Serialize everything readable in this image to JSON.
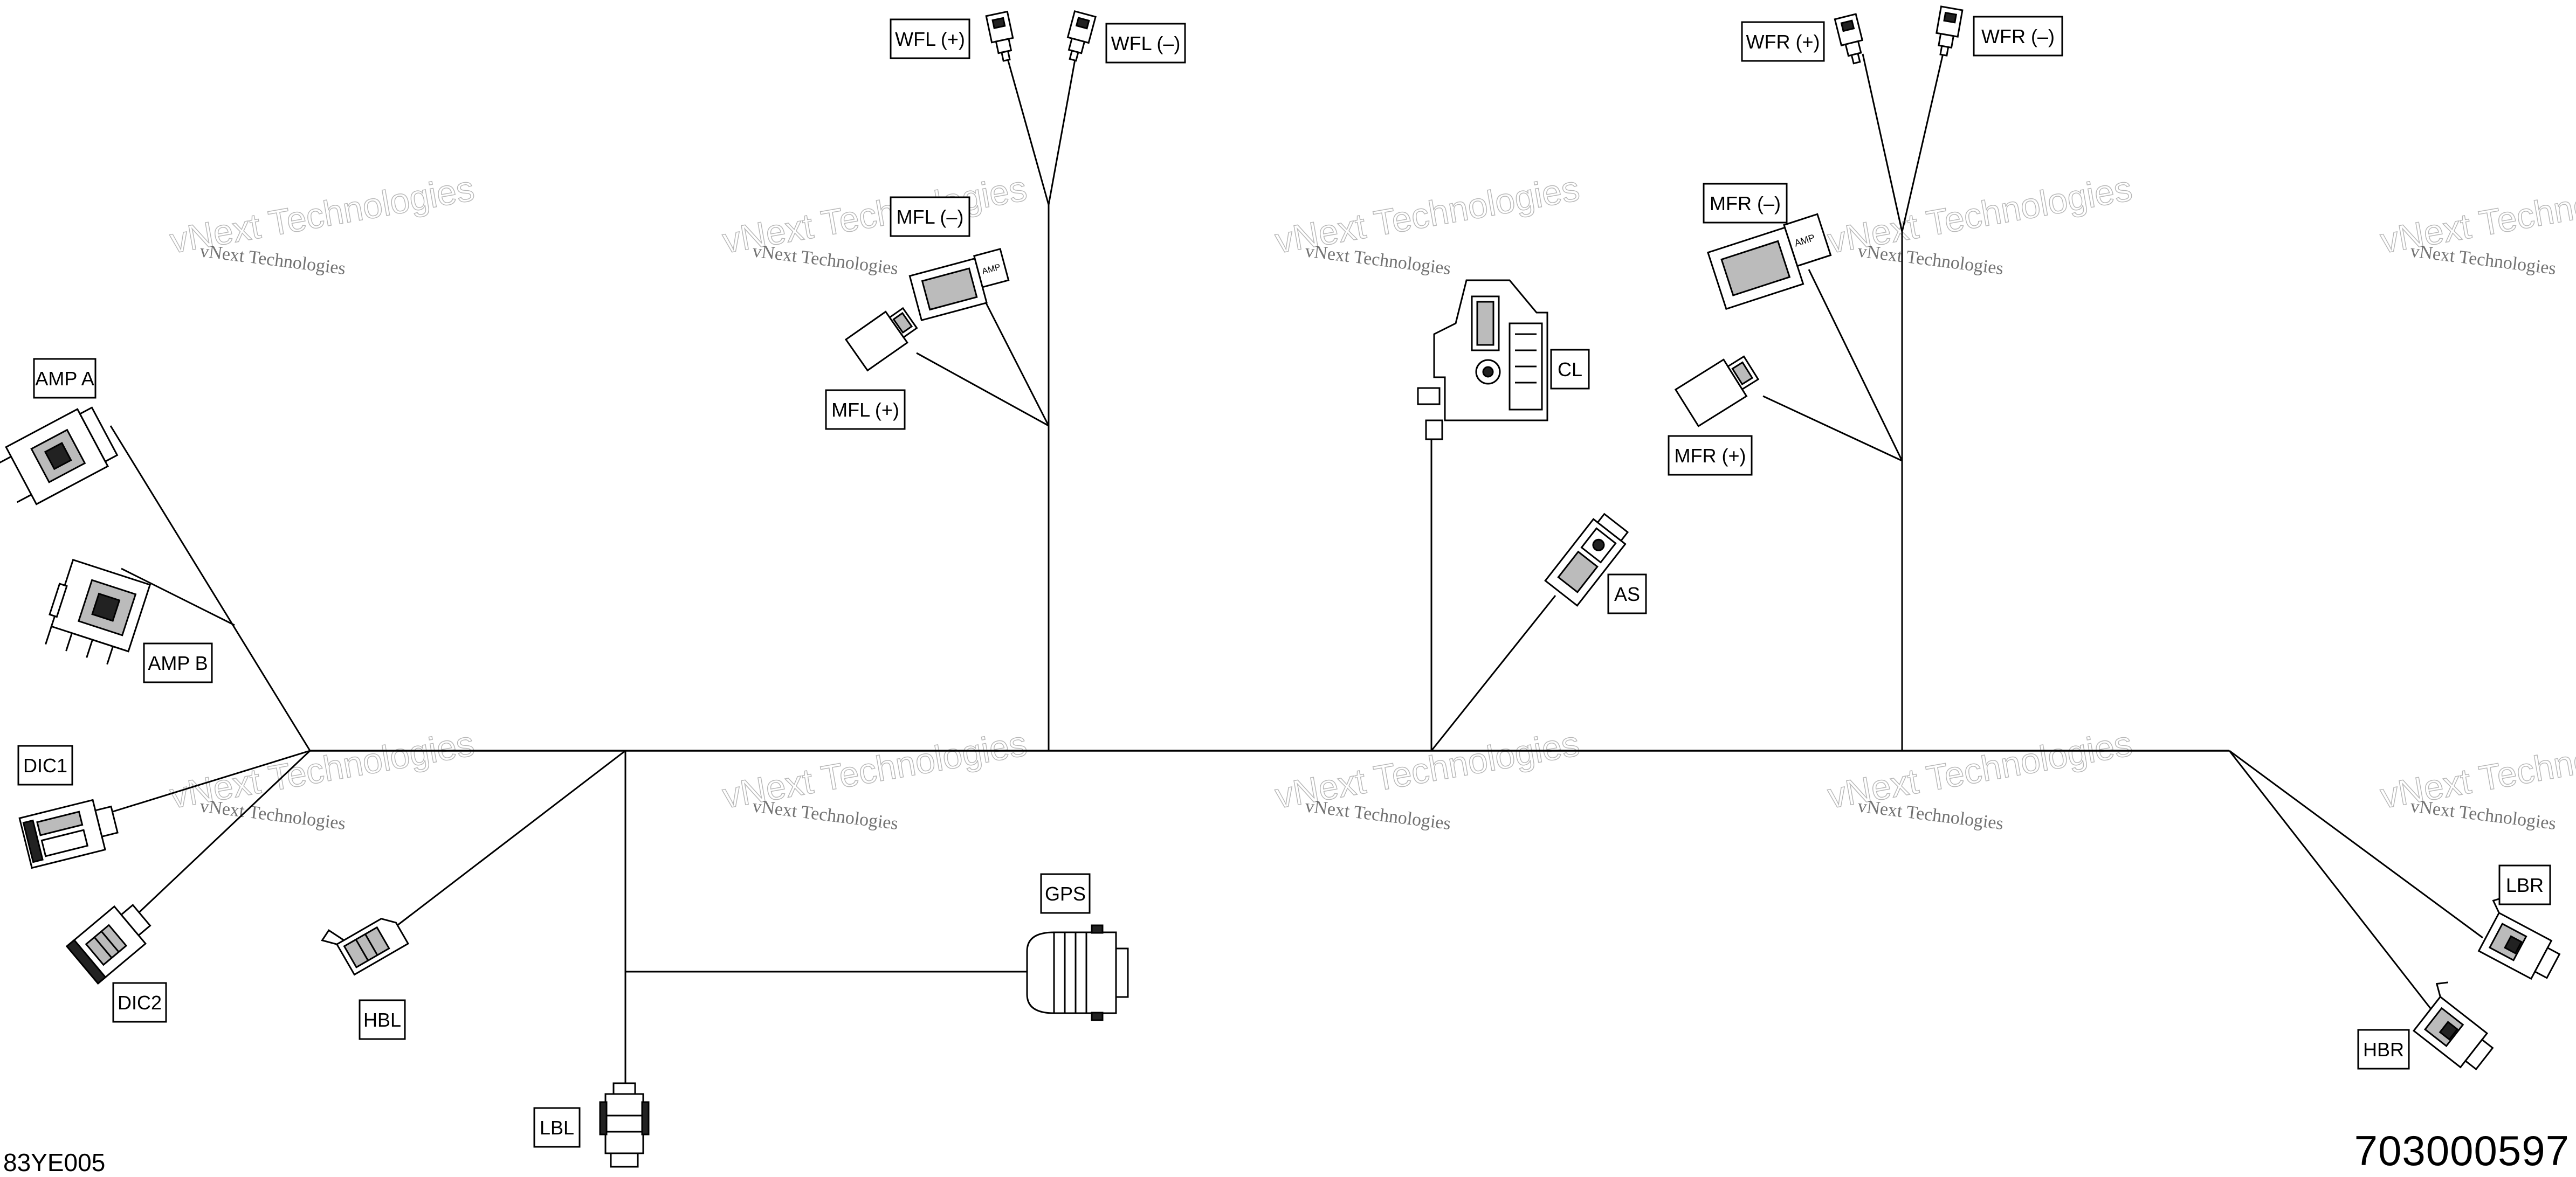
{
  "watermark": {
    "line1": "vNext Technologies",
    "line2": "vNext Technologies"
  },
  "diagram_code": "83YE005",
  "part_number": "703000597",
  "connectors": {
    "amp_a": "AMP A",
    "amp_b": "AMP B",
    "dic1": "DIC1",
    "dic2": "DIC2",
    "hbl": "HBL",
    "lbl": "LBL",
    "gps": "GPS",
    "wfl_plus": "WFL (+)",
    "wfl_minus": "WFL (–)",
    "mfl_minus": "MFL (–)",
    "mfl_plus": "MFL (+)",
    "cl": "CL",
    "as": "AS",
    "wfr_plus": "WFR (+)",
    "wfr_minus": "WFR (–)",
    "mfr_minus": "MFR (–)",
    "mfr_plus": "MFR (+)",
    "lbr": "LBR",
    "hbr": "HBR"
  }
}
